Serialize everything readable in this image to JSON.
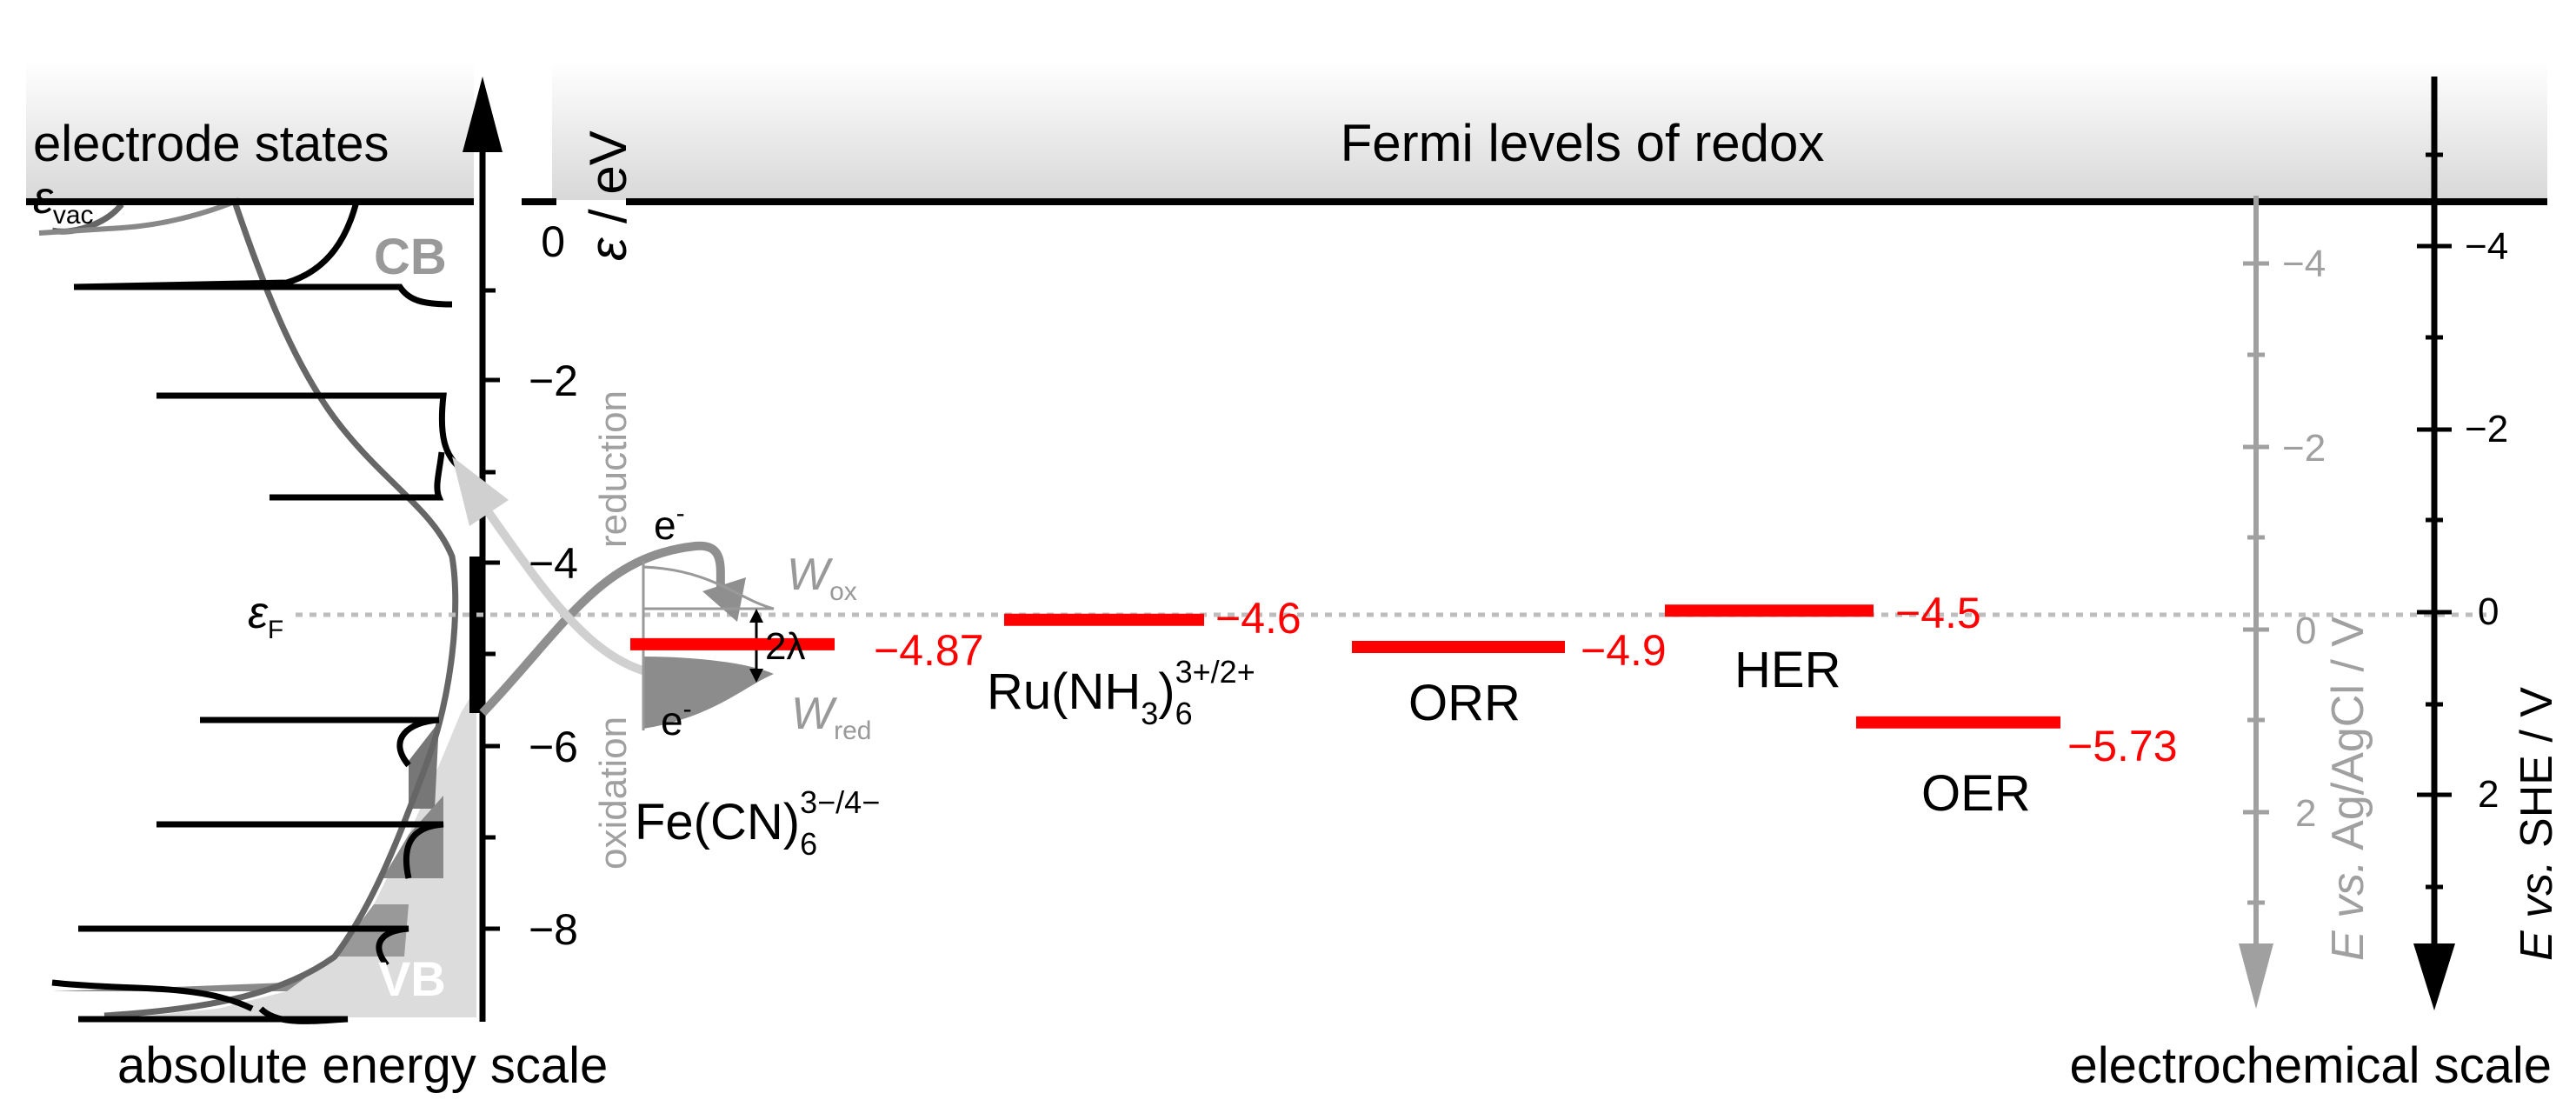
{
  "header": {
    "left_title": "electrode states",
    "center_title": "Fermi levels of redox"
  },
  "footer": {
    "left_caption": "absolute energy scale",
    "right_caption": "electrochemical scale"
  },
  "left_axis": {
    "symbol": "ε",
    "unit": " / eV",
    "ticks": [
      "0",
      "−2",
      "−4",
      "−6",
      "−8"
    ]
  },
  "electrode_labels": {
    "vacuum_symbol": "ε",
    "vacuum_sub": "vac",
    "fermi_symbol": "ε",
    "fermi_sub": "F",
    "conduction_band": "CB",
    "valence_band": "VB"
  },
  "transfer_labels": {
    "reduction": "reduction",
    "oxidation": "oxidation",
    "electron": "e",
    "electron_charge": "-",
    "w_symbol": "W",
    "w_ox_sub": "ox",
    "w_red_sub": "red",
    "reorganization": "2λ"
  },
  "redox_levels": [
    {
      "label": "Fe(CN)",
      "sub": "6",
      "sup": "3−/4−",
      "value_label": "−4.87",
      "energy_eV": -4.87
    },
    {
      "label": "Ru(NH",
      "mid_sub": "3",
      "close": ")",
      "sub": "6",
      "sup": "3+/2+",
      "value_label": "−4.6",
      "energy_eV": -4.6
    },
    {
      "label": "ORR",
      "value_label": "−4.9",
      "energy_eV": -4.9
    },
    {
      "label": "HER",
      "value_label": "−4.5",
      "energy_eV": -4.5
    },
    {
      "label": "OER",
      "value_label": "−5.73",
      "energy_eV": -5.73
    }
  ],
  "agagcl_axis": {
    "label_italic": "E vs.",
    "label_rest": " Ag/AgCl / V",
    "ticks": [
      "−4",
      "−2",
      "0",
      "2"
    ]
  },
  "she_axis": {
    "label_italic": "E vs.",
    "label_rest": " SHE / V",
    "ticks": [
      "−4",
      "−2",
      "0",
      "2"
    ]
  },
  "colors": {
    "redox_line": "#ff0000",
    "gray_axis": "#a0a0a0",
    "black": "#000000"
  }
}
